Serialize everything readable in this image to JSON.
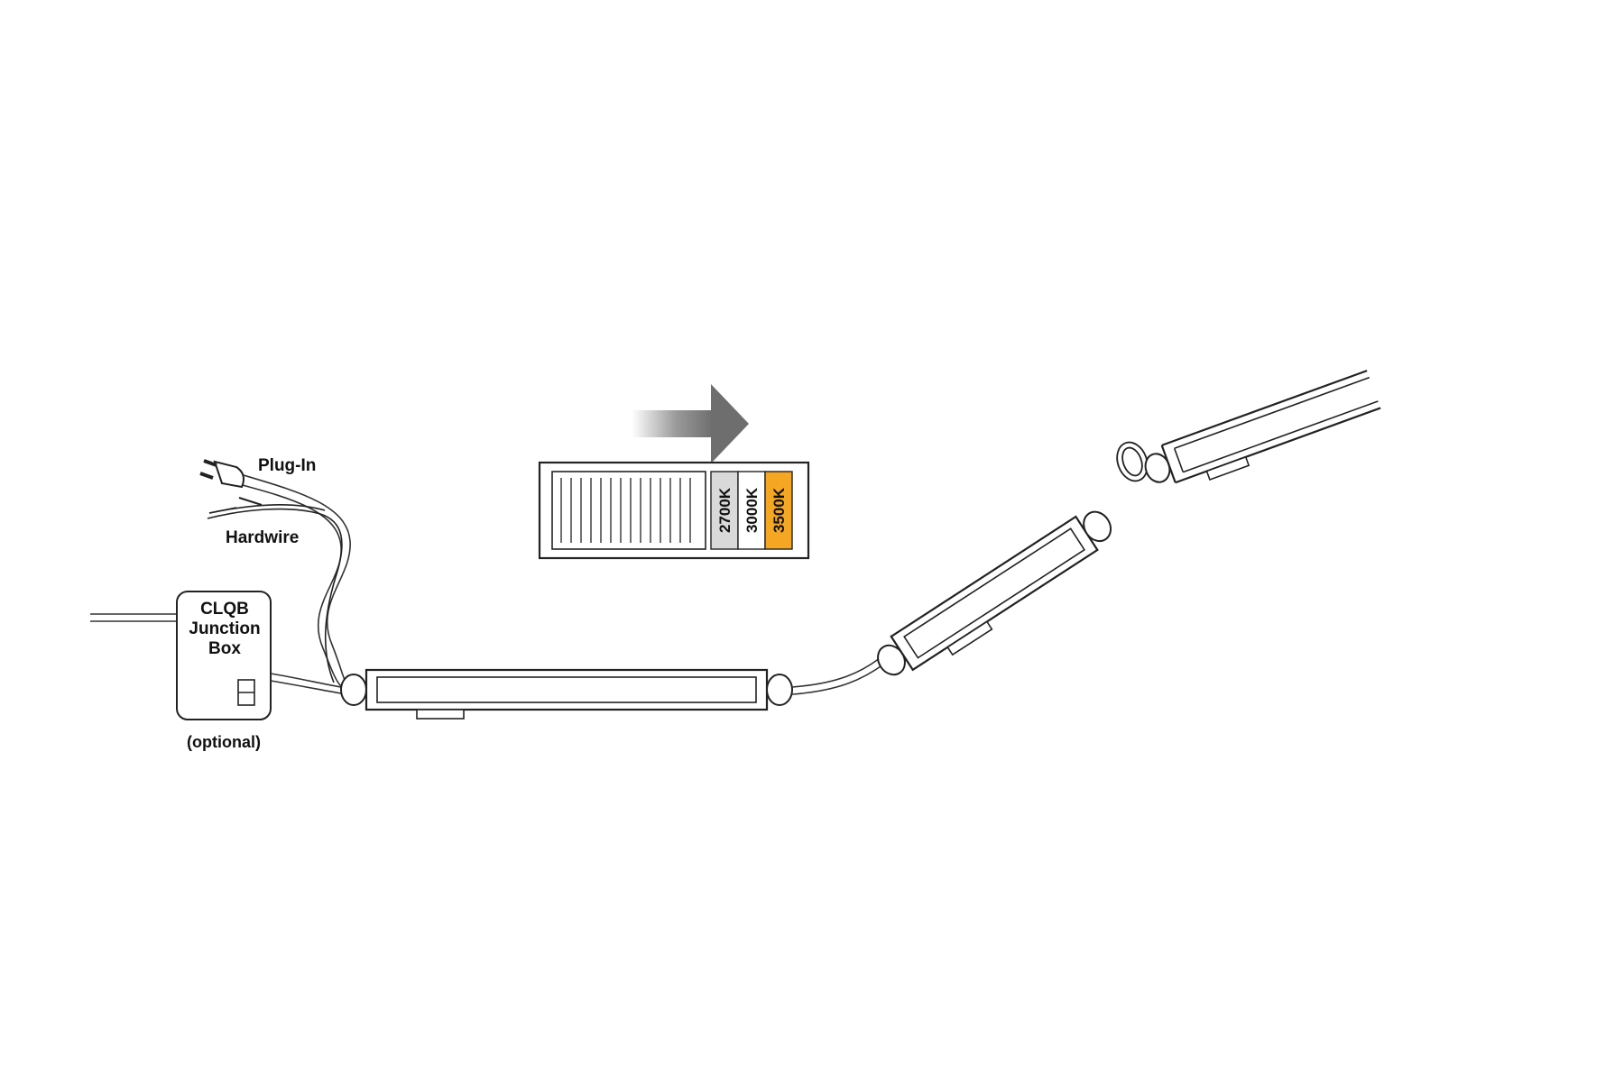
{
  "labels": {
    "plug_in": "Plug-In",
    "hardwire": "Hardwire",
    "junction_box_line1": "CLQB",
    "junction_box_line2": "Junction",
    "junction_box_line3": "Box",
    "optional": "(optional)"
  },
  "cct_switch": {
    "options": [
      "2700K",
      "3000K",
      "3500K"
    ],
    "selected": "3500K",
    "colors": {
      "2700K": "#d9d9d9",
      "3000K": "#ffffff",
      "3500K": "#f5a623"
    }
  },
  "icons": {
    "arrow": "right-arrow-icon",
    "plug": "plug-icon",
    "link_clip": "link-clip-icon"
  }
}
